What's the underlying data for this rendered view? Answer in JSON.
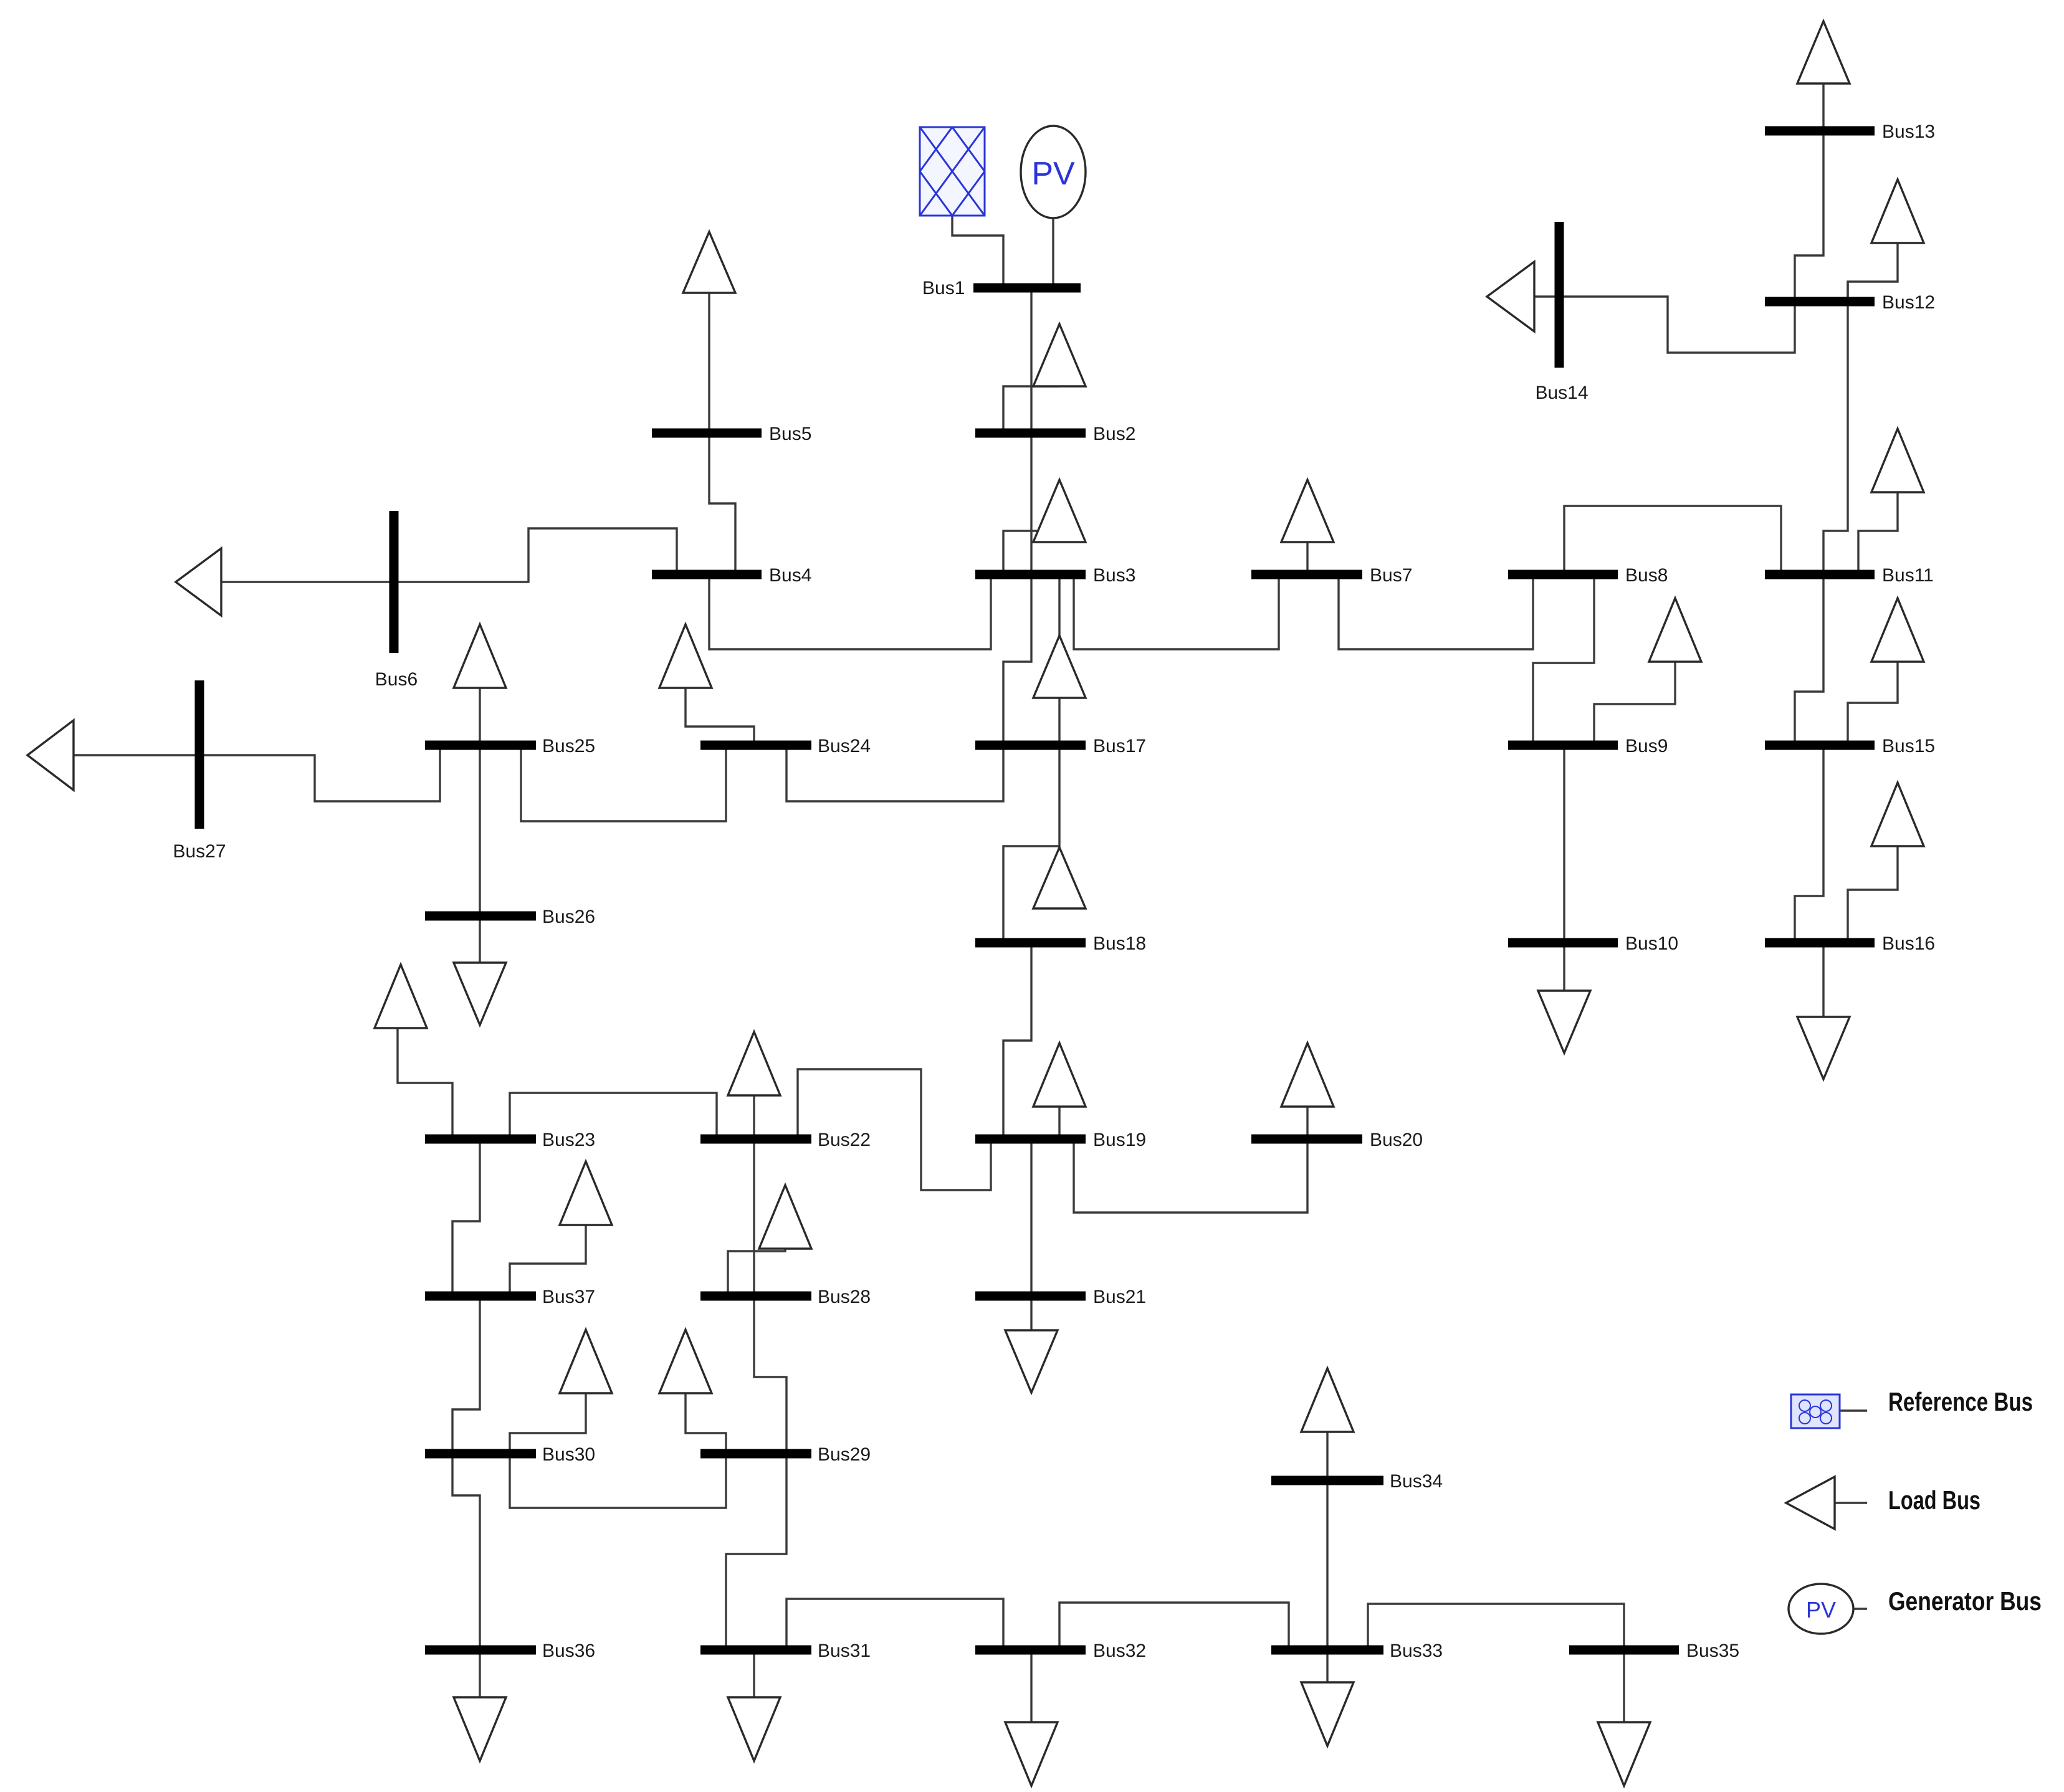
{
  "buses": {
    "b1": "Bus1",
    "b2": "Bus2",
    "b3": "Bus3",
    "b4": "Bus4",
    "b5": "Bus5",
    "b6": "Bus6",
    "b7": "Bus7",
    "b8": "Bus8",
    "b9": "Bus9",
    "b10": "Bus10",
    "b11": "Bus11",
    "b12": "Bus12",
    "b13": "Bus13",
    "b14": "Bus14",
    "b15": "Bus15",
    "b16": "Bus16",
    "b17": "Bus17",
    "b18": "Bus18",
    "b19": "Bus19",
    "b20": "Bus20",
    "b21": "Bus21",
    "b22": "Bus22",
    "b23": "Bus23",
    "b24": "Bus24",
    "b25": "Bus25",
    "b26": "Bus26",
    "b27": "Bus27",
    "b28": "Bus28",
    "b29": "Bus29",
    "b30": "Bus30",
    "b31": "Bus31",
    "b32": "Bus32",
    "b33": "Bus33",
    "b34": "Bus34",
    "b35": "Bus35",
    "b36": "Bus36",
    "b37": "Bus37"
  },
  "generator": {
    "text": "PV"
  },
  "legend": {
    "reference": "Reference Bus",
    "load": "Load Bus",
    "generator": "Generator Bus",
    "pv": "PV"
  },
  "colors": {
    "line": "#3a3a3a",
    "bus": "#000000",
    "pv_text": "#2a35d8",
    "reference_hatch": "#2a35d8"
  }
}
